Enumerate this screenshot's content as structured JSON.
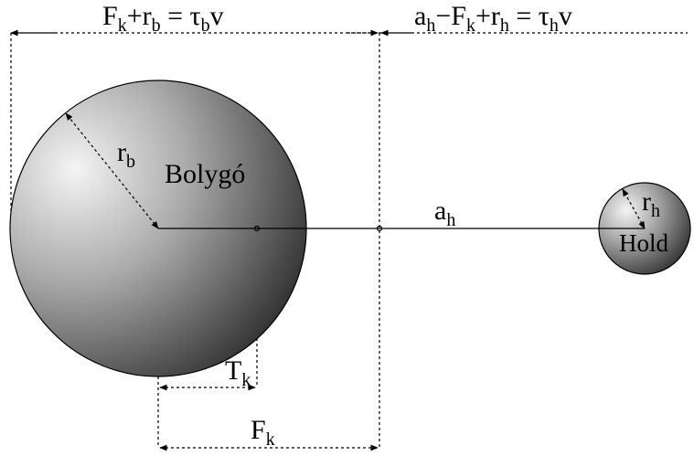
{
  "labels": {
    "top_left_formula": {
      "F": "F",
      "F_sub": "k",
      "plus1": "+",
      "r": "r",
      "r_sub": "b",
      "eq": " = ",
      "tau": "τ",
      "tau_sub": "b",
      "v": "v"
    },
    "top_right_formula": {
      "a": "a",
      "a_sub": "h",
      "minus": "−",
      "F": "F",
      "F_sub": "k",
      "plus": "+",
      "r": "r",
      "r_sub": "h",
      "eq": " = ",
      "tau": "τ",
      "tau_sub": "h",
      "v": "v"
    },
    "planet_name": "Bolygó",
    "moon_name": "Hold",
    "r_planet": {
      "main": "r",
      "sub": "b"
    },
    "r_moon": {
      "main": "r",
      "sub": "h"
    },
    "a_dist": {
      "main": "a",
      "sub": "h"
    },
    "T_dist": {
      "main": "T",
      "sub": "k"
    },
    "F_dist": {
      "main": "F",
      "sub": "k"
    }
  },
  "colors": {
    "sphere_highlight": "#f2f2f2",
    "sphere_mid": "#a6a6a6",
    "sphere_shadow": "#3a3a3a",
    "line": "#000000"
  }
}
